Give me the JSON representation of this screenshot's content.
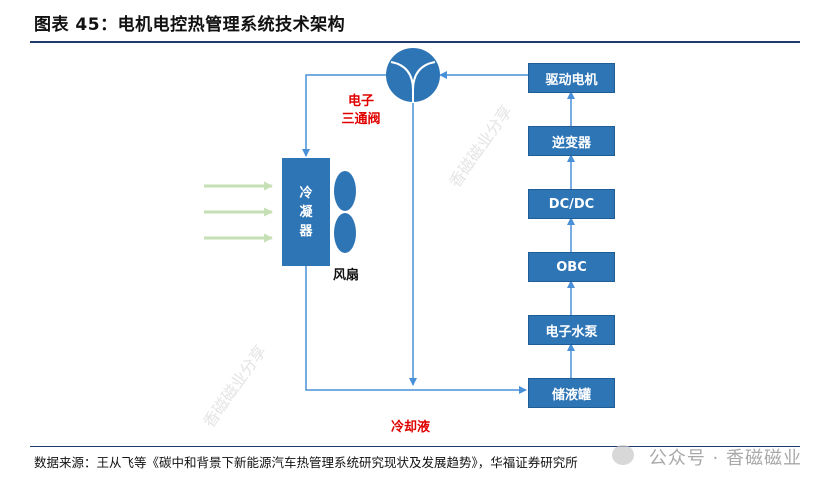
{
  "title": "图表 45：电机电控热管理系统技术架构",
  "diagram": {
    "valve_label_line1": "电子",
    "valve_label_line2": "三通阀",
    "condenser_chars": [
      "冷",
      "凝",
      "器"
    ],
    "fan_label": "风扇",
    "coolant_label": "冷却液",
    "boxes": [
      {
        "id": "drive-motor",
        "label": "驱动电机"
      },
      {
        "id": "inverter",
        "label": "逆变器"
      },
      {
        "id": "dcdc",
        "label": "DC/DC"
      },
      {
        "id": "obc",
        "label": "OBC"
      },
      {
        "id": "water-pump",
        "label": "电子水泵"
      },
      {
        "id": "tank",
        "label": "储液罐"
      }
    ],
    "colors": {
      "box": "#2e75b6",
      "arrow": "#4a90d9",
      "airflow": "#c5e0b4",
      "label_red": "#e00000"
    }
  },
  "watermark_diag": "香磁磁业分享",
  "source": "数据来源：王从飞等《碳中和背景下新能源汽车热管理系统研究现状及发展趋势》，华福证券研究所",
  "brand": "公众号 · 香磁磁业"
}
